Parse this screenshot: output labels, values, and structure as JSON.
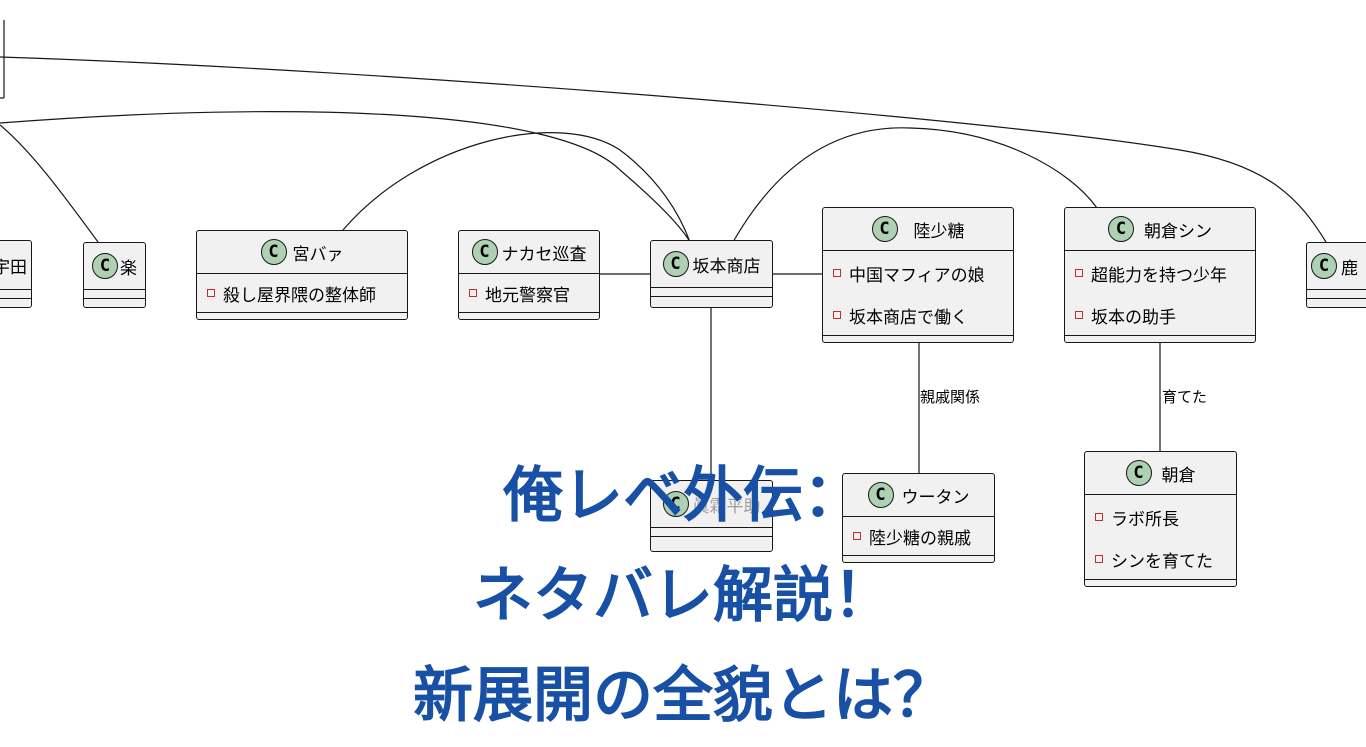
{
  "diagram": {
    "classes": [
      {
        "id": "miyabaa",
        "name": "宮バァ",
        "attrs": [
          "殺し屋界隈の整体師"
        ]
      },
      {
        "id": "nakase",
        "name": "ナカセ巡査",
        "attrs": [
          "地元警察官"
        ]
      },
      {
        "id": "sakamoto",
        "name": "坂本商店",
        "attrs": []
      },
      {
        "id": "luxiaotang",
        "name": "陸少糖",
        "attrs": [
          "中国マフィアの娘",
          "坂本商店で働く"
        ]
      },
      {
        "id": "asakurashin",
        "name": "朝倉シン",
        "attrs": [
          "超能力を持つ少年",
          "坂本の助手"
        ]
      },
      {
        "id": "raku",
        "name": "楽",
        "attrs": []
      },
      {
        "id": "uta",
        "name": "宇田",
        "attrs": []
      },
      {
        "id": "shika",
        "name": "鹿",
        "attrs": []
      },
      {
        "id": "utan",
        "name": "ウータン",
        "attrs": [
          "陸少糖の親戚"
        ]
      },
      {
        "id": "asakura",
        "name": "朝倉",
        "attrs": [
          "ラボ所長",
          "シンを育てた"
        ]
      },
      {
        "id": "hidden",
        "name": "眞霜平助",
        "attrs": []
      }
    ],
    "edge_labels": {
      "relatives": "親戚関係",
      "raised": "育てた"
    }
  },
  "overlay": {
    "line1": "俺レベ外伝：",
    "line2": "ネタバレ解説！",
    "line3": "新展開の全貌とは？",
    "color": "#1750a5"
  }
}
